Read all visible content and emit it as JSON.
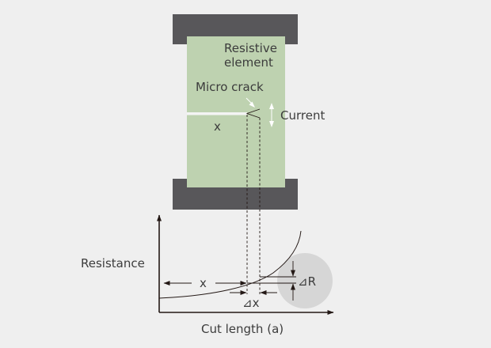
{
  "colors": {
    "background": "#efefef",
    "terminal": "#58575a",
    "resistive_element": "#bed2b0",
    "line": "#231815",
    "highlight_circle": "#d6d6d6",
    "white_arrow": "#ffffff"
  },
  "element": {
    "title_line1": "Resistive",
    "title_line2": "element",
    "crack_label": "Micro crack",
    "current_label": "Current",
    "cut_label": "x"
  },
  "graph": {
    "y_axis_label": "Resistance",
    "x_axis_label": "Cut length (a)",
    "x_span_label": "x",
    "delta_x_label": "⊿x",
    "delta_r_label": "⊿R"
  }
}
